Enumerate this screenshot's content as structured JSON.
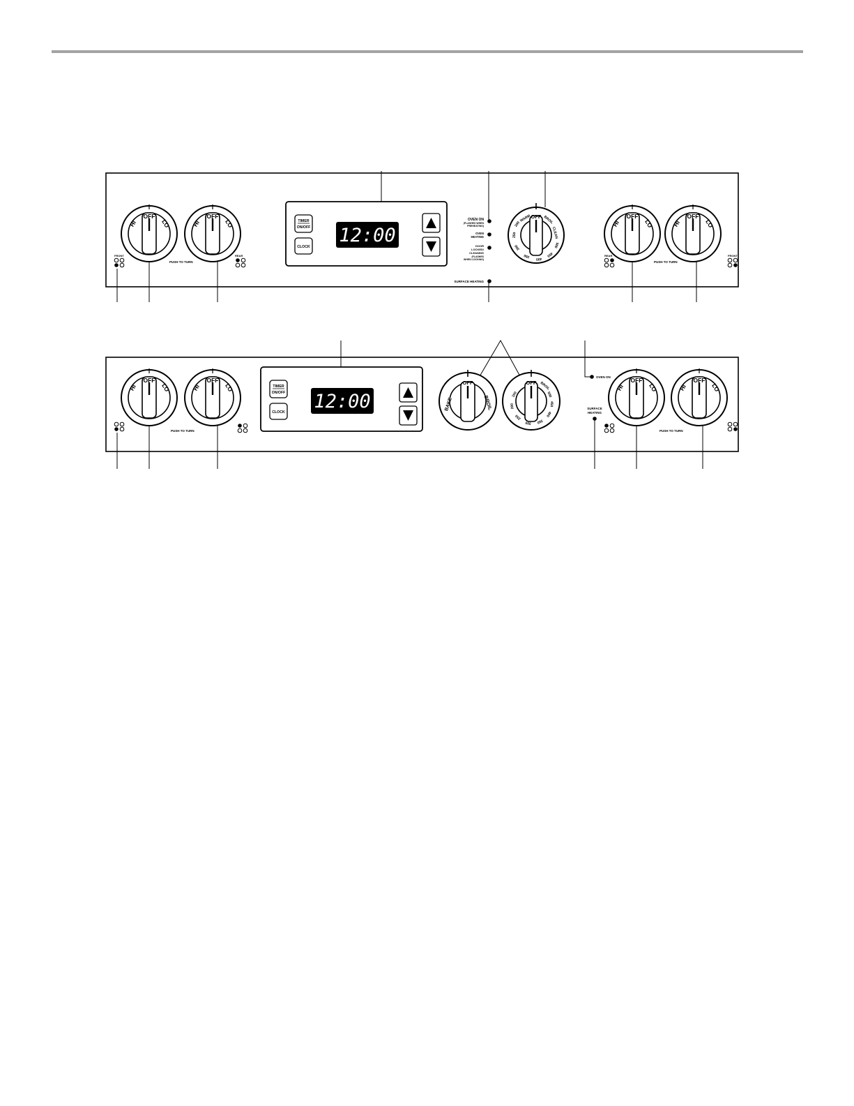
{
  "colors": {
    "rule": "#a3a3a3",
    "ink": "#000000",
    "display_bg": "#000000",
    "display_text": "#ffffff"
  },
  "panel_a": {
    "burner_labels": {
      "off": "OFF",
      "hi": "HI",
      "lo": "LO"
    },
    "push_to_turn_left": "PUSH TO TURN",
    "push_to_turn_right": "PUSH TO TURN",
    "position_left_front": "FRONT",
    "position_left_rear": "REAR",
    "position_right_rear": "REAR",
    "position_right_front": "FRONT",
    "timer_button": {
      "line1": "TIMER",
      "line2": "ON/OFF"
    },
    "clock_button": "CLOCK",
    "display": "12:00",
    "up_icon": "up-arrow-icon",
    "down_icon": "down-arrow-icon",
    "indicator_oven_on": "OVEN ON",
    "indicator_oven_on_sub1": "(FLASHES WHEN",
    "indicator_oven_on_sub2": "PREHEATING)",
    "indicator_oven_heating_1": "OVEN",
    "indicator_oven_heating_2": "HEATING",
    "indicator_door_1": "DOOR",
    "indicator_door_2": "LOCKED/",
    "indicator_door_3": "CLEANING",
    "indicator_door_4": "(FLASHES",
    "indicator_door_5": "WHEN LOCKING)",
    "indicator_surface": "SURFACE HEATING",
    "oven_dial": {
      "off": "OFF",
      "warm": "WARM",
      "broil": "BROIL",
      "clean": "CLEAN",
      "temps": [
        "200",
        "250",
        "300",
        "350",
        "400",
        "450",
        "500"
      ]
    }
  },
  "panel_b": {
    "burner_labels": {
      "off": "OFF",
      "hi": "HI",
      "lo": "LO"
    },
    "push_to_turn_left": "PUSH TO TURN",
    "push_to_turn_right": "PUSH TO TURN",
    "timer_button": {
      "line1": "TIMER",
      "line2": "ON/OFF"
    },
    "clock_button": "CLOCK",
    "display": "12:00",
    "up_icon": "up-arrow-icon",
    "down_icon": "down-arrow-icon",
    "select_dial": {
      "off": "OFF",
      "bake": "BAKE",
      "broil": "BROIL"
    },
    "temp_dial": {
      "off": "OFF",
      "broil": "BROIL",
      "temps": [
        "150",
        "200",
        "250",
        "300",
        "350",
        "400",
        "450",
        "500"
      ]
    },
    "indicator_oven_on": "OVEN ON",
    "indicator_surface_1": "SURFACE",
    "indicator_surface_2": "HEATING"
  }
}
